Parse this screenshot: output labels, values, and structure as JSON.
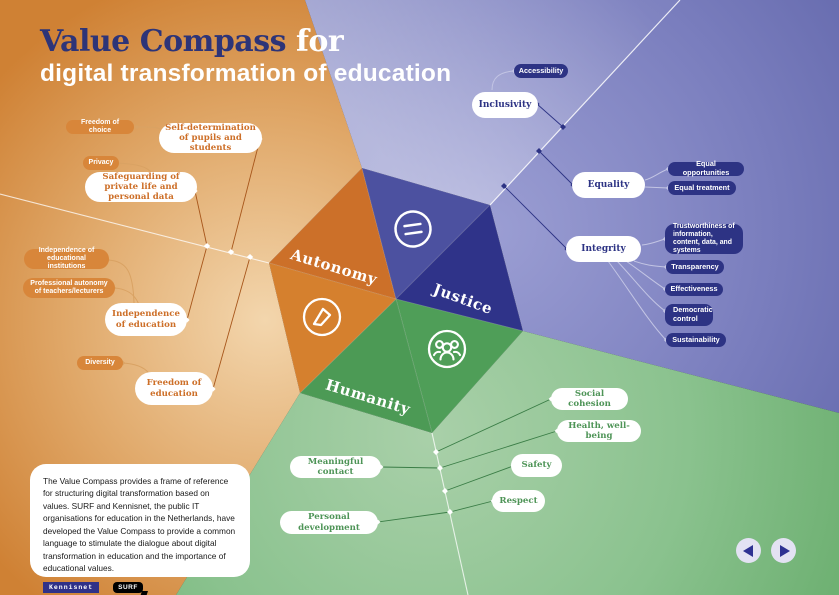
{
  "title": {
    "accent": "Value Compass",
    "suffix": " for",
    "line2": "digital transformation of education"
  },
  "regions": {
    "autonomy": {
      "label": "Autonomy",
      "icon": "compass-icon"
    },
    "justice": {
      "label": "Justice",
      "icon": "equals-icon"
    },
    "humanity": {
      "label": "Humanity",
      "icon": "people-group-icon"
    }
  },
  "autonomy_values": {
    "freedom_of_choice": "Freedom of choice",
    "self_determination": "Self-determination of pupils and students",
    "privacy": "Privacy",
    "safeguarding": "Safeguarding of private life and personal data",
    "independence_institutions": "Independence of educational institutions",
    "professional_autonomy": "Professional autonomy of teachers/lecturers",
    "independence_education": "Independence of education",
    "diversity": "Diversity",
    "freedom_education": "Freedom of education"
  },
  "justice_values": {
    "accessibility": "Accessibility",
    "inclusivity": "Inclusivity",
    "equality": "Equality",
    "equal_opportunities": "Equal opportunities",
    "equal_treatment": "Equal treatment",
    "integrity": "Integrity",
    "trustworthiness": "Trustworthiness of information, content, data, and systems",
    "transparency": "Transparency",
    "effectiveness": "Effectiveness",
    "democratic_control": "Democratic control",
    "sustainability": "Sustainability"
  },
  "humanity_values": {
    "social_cohesion": "Social cohesion",
    "health_wellbeing": "Health, well-being",
    "safety": "Safety",
    "respect": "Respect",
    "meaningful_contact": "Meaningful contact",
    "personal_development": "Personal development"
  },
  "description": {
    "text": "The Value Compass provides a frame of reference for structuring digital transformation based on values. SURF and Kennisnet, the public IT organisations for education in the Netherlands, have developed the Value Compass to provide a common language to stimulate the dialogue about digital transformation in education and the importance of educational values."
  },
  "logos": {
    "kennisnet": "Kennisnet",
    "surf": "SURF"
  },
  "colors": {
    "orange_dark": "#cc7029",
    "orange_bg": "#cf8134",
    "navy": "#2d3384",
    "indigo": "#4c51a0",
    "purple_bg": "#5c61a6",
    "green_dark": "#4f9e58",
    "green_bg": "#6fb173",
    "accent_title": "#2d3478"
  }
}
